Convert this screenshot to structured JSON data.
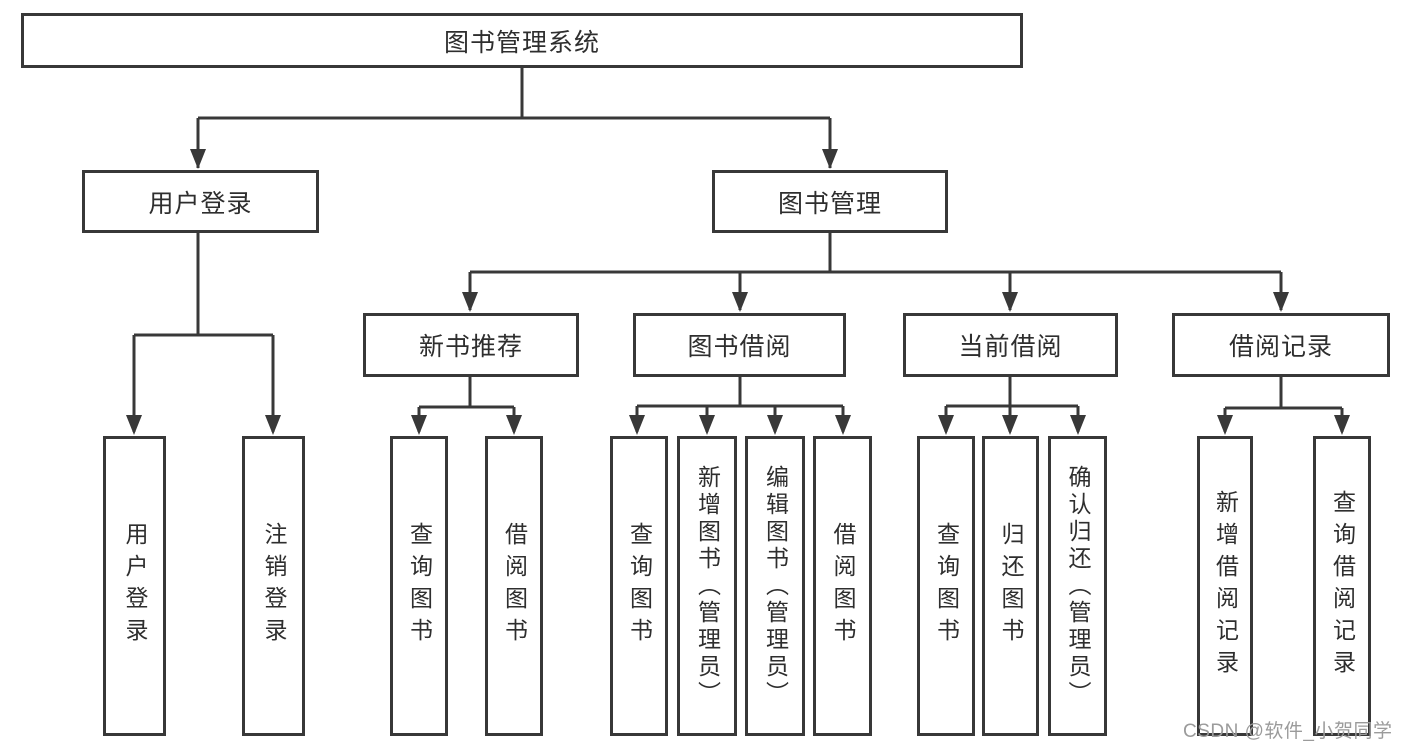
{
  "diagram": {
    "title": "图书管理系统",
    "groups": [
      {
        "label": "用户登录",
        "children": [
          {
            "label": "用户登录"
          },
          {
            "label": "注销登录"
          }
        ]
      },
      {
        "label": "图书管理",
        "children": [
          {
            "label": "新书推荐",
            "children": [
              {
                "label": "查询图书"
              },
              {
                "label": "借阅图书"
              }
            ]
          },
          {
            "label": "图书借阅",
            "children": [
              {
                "label": "查询图书"
              },
              {
                "label": "新增图书（管理员）"
              },
              {
                "label": "编辑图书（管理员）"
              },
              {
                "label": "借阅图书"
              }
            ]
          },
          {
            "label": "当前借阅",
            "children": [
              {
                "label": "查询图书"
              },
              {
                "label": "归还图书"
              },
              {
                "label": "确认归还（管理员）"
              }
            ]
          },
          {
            "label": "借阅记录",
            "children": [
              {
                "label": "新增借阅记录"
              },
              {
                "label": "查询借阅记录"
              }
            ]
          }
        ]
      }
    ]
  },
  "watermark": {
    "text": "CSDN @软件_小贺同学"
  },
  "colors": {
    "line": "#383838",
    "text": "#2e2e2e",
    "watermark_gray": "#9b9b9b",
    "background": "#ffffff"
  }
}
